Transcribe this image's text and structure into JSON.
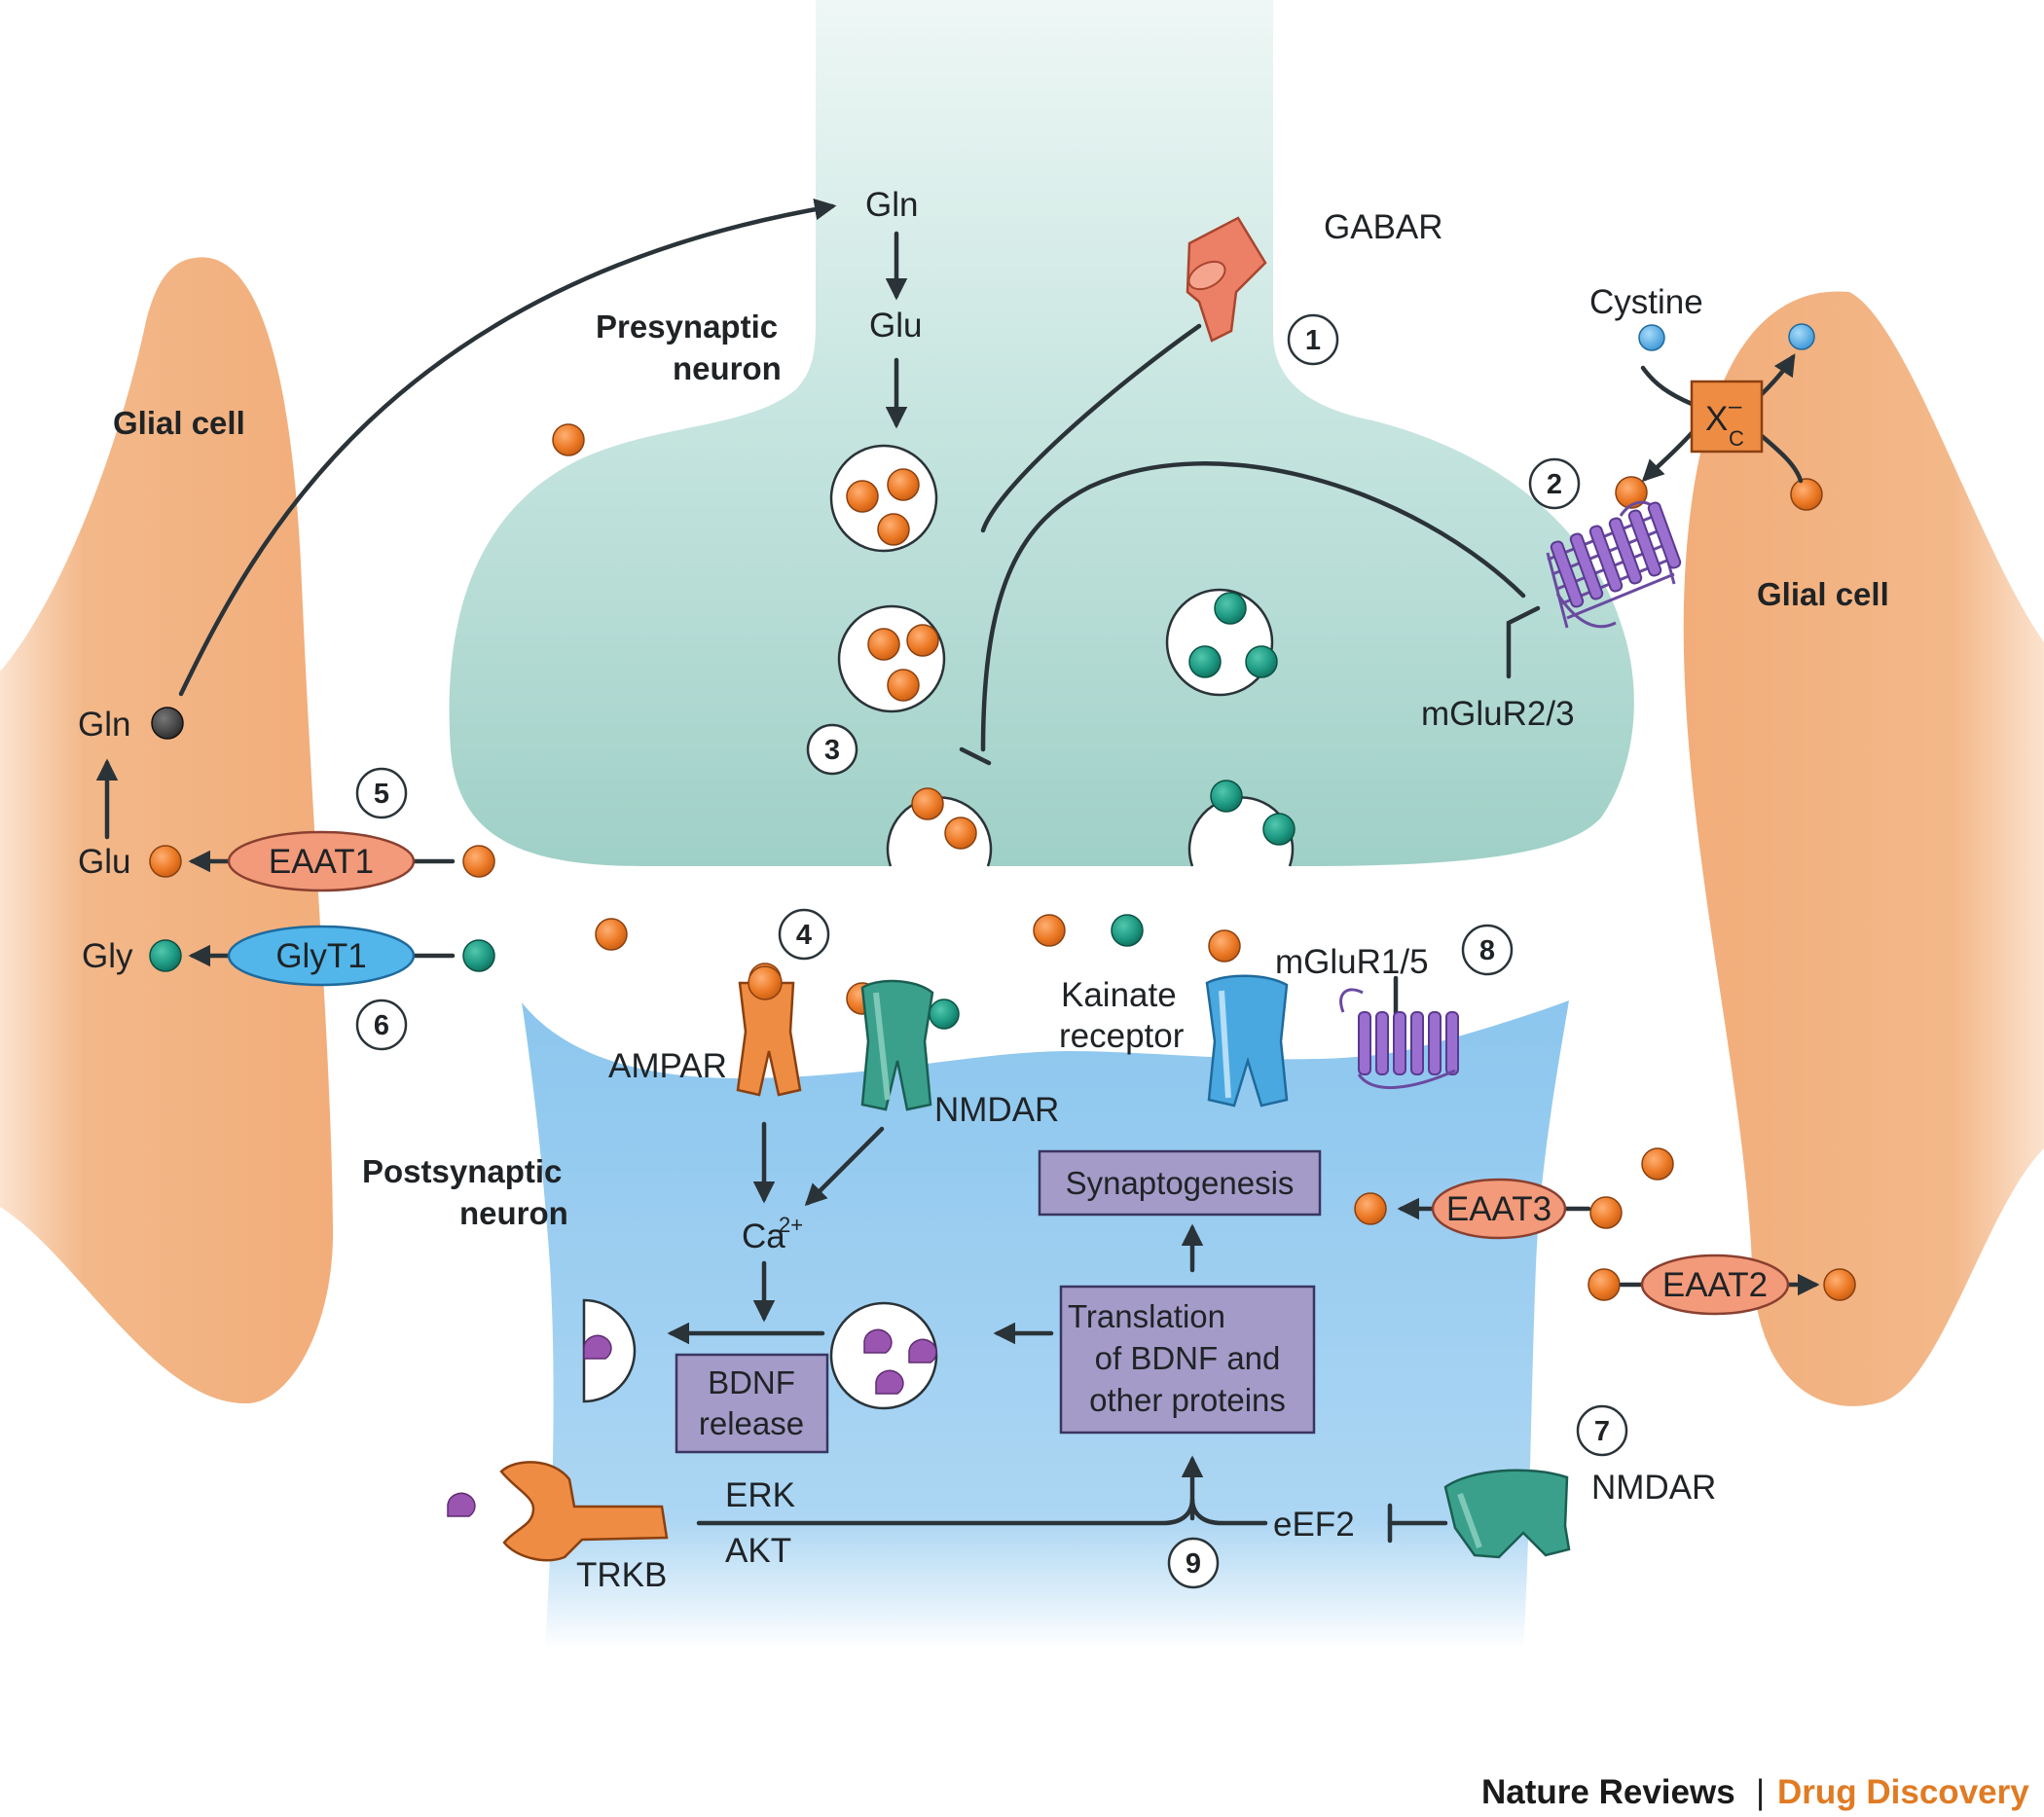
{
  "labels": {
    "presynaptic": [
      "Presynaptic",
      "neuron"
    ],
    "postsynaptic": [
      "Postsynaptic",
      "neuron"
    ],
    "glial_left": "Glial cell",
    "glial_right": "Glial cell",
    "gln_top": "Gln",
    "glu_top": "Glu",
    "gabar": "GABAR",
    "cystine": "Cystine",
    "xc_main": "X",
    "xc_sub": "C",
    "xc_sup": "–",
    "mglur23": "mGluR2/3",
    "mglur15": "mGluR1/5",
    "gln_left": "Gln",
    "glu_left": "Glu",
    "gly_left": "Gly",
    "eaat1": "EAAT1",
    "glyt1": "GlyT1",
    "eaat2": "EAAT2",
    "eaat3": "EAAT3",
    "ampar": "AMPAR",
    "nmdar": "NMDAR",
    "nmdar2": "NMDAR",
    "kainate": [
      "Kainate",
      "receptor"
    ],
    "ca_main": "Ca",
    "ca_sup": "2+",
    "synaptogenesis": "Synaptogenesis",
    "translation": [
      "Translation",
      "of BDNF and",
      "other proteins"
    ],
    "bdnf_release": [
      "BDNF",
      "release"
    ],
    "erk": "ERK",
    "akt": "AKT",
    "eef2": "eEF2",
    "trkb": "TRKB"
  },
  "steps": [
    "1",
    "2",
    "3",
    "4",
    "5",
    "6",
    "7",
    "8",
    "9"
  ],
  "footer": {
    "journal": "Nature Reviews",
    "separator": "|",
    "section": "Drug Discovery"
  },
  "colors": {
    "glutamate": "#e8731f",
    "glycine": "#1e9a83",
    "cystine": "#4aa8e0",
    "bdnf": "#9a55b0",
    "glial": "#f2ad7a",
    "presynaptic": "#a9d6cf",
    "postsynaptic": "#9fcff0",
    "process_box": "#a49bc8",
    "arrow": "#2a3338"
  }
}
